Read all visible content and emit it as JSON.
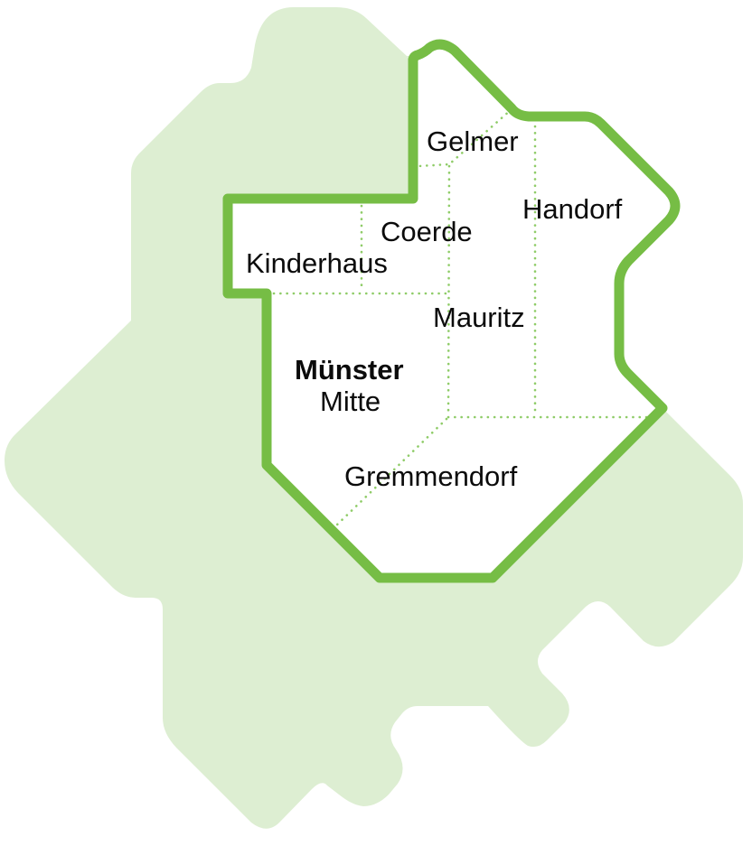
{
  "map": {
    "colors": {
      "region_fill": "#ddeed2",
      "boundary_stroke": "#76bd45",
      "district_divider": "#8fcc68",
      "inner_fill": "#ffffff",
      "label_text": "#0b0b0b"
    },
    "districts": [
      {
        "id": "gelmer",
        "label": "Gelmer"
      },
      {
        "id": "handorf",
        "label": "Handorf"
      },
      {
        "id": "coerde",
        "label": "Coerde"
      },
      {
        "id": "kinderhaus",
        "label": "Kinderhaus"
      },
      {
        "id": "mauritz",
        "label": "Mauritz"
      },
      {
        "id": "muenster-mitte",
        "label_line1": "Münster",
        "label_line2": "Mitte"
      },
      {
        "id": "gremmendorf",
        "label": "Gremmendorf"
      }
    ]
  }
}
